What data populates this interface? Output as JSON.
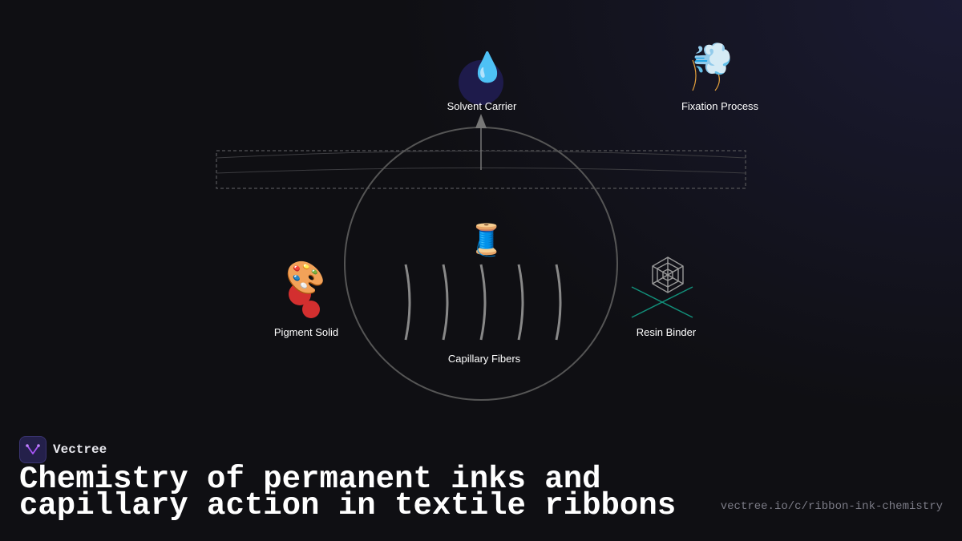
{
  "nodes": {
    "solvent": {
      "label": "Solvent Carrier",
      "icon": "droplet-icon",
      "glyph": "💧"
    },
    "fixation": {
      "label": "Fixation Process",
      "icon": "wind-icon",
      "glyph": "💨"
    },
    "pigment": {
      "label": "Pigment Solid",
      "icon": "palette-icon",
      "glyph": "🎨"
    },
    "resin": {
      "label": "Resin Binder",
      "icon": "spider-web-icon",
      "glyph": "🕸"
    },
    "capillary": {
      "label": "Capillary Fibers",
      "icon": "thread-spool-icon",
      "glyph": "🧵"
    }
  },
  "brand": {
    "name": "Vectree",
    "icon": "vectree-logo-icon"
  },
  "title": "Chemistry of permanent inks and capillary action in textile ribbons",
  "url": "vectree.io/c/ribbon-ink-chemistry",
  "colors": {
    "background": "#0f0f13",
    "circle_stroke": "#555555",
    "fiber_stroke": "#888888",
    "pigment_red": "#d32f2f",
    "solvent_navy": "#1e1b4b",
    "resin_teal": "#128f7a",
    "fixation_orange": "#e6a23c"
  }
}
